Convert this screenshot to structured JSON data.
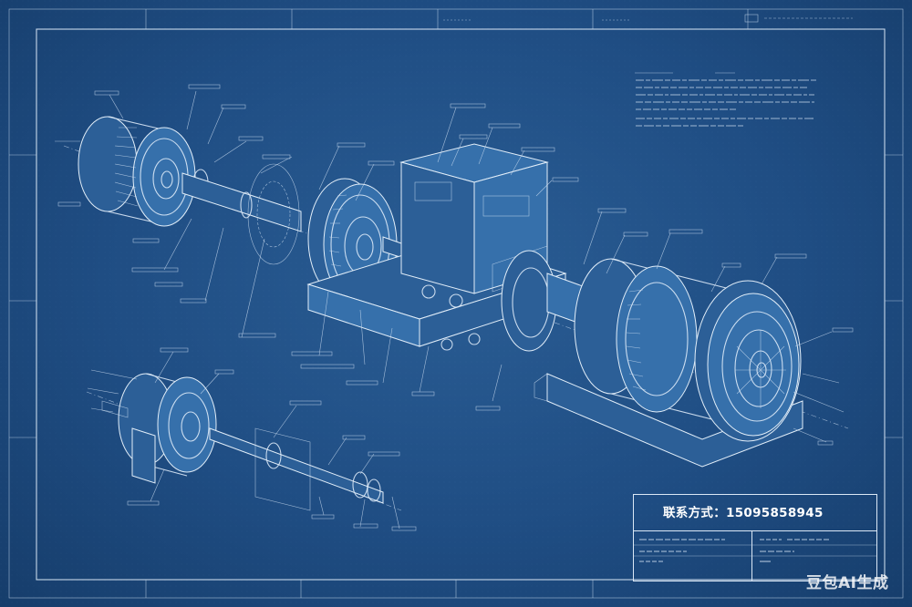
{
  "contact": {
    "label": "联系方式",
    "colon": "：",
    "phone": "15095858945"
  },
  "watermark": "豆包AI生成",
  "colors": {
    "background": "#1f4d83",
    "linework": "#dce9f7",
    "text": "#ffffff"
  },
  "icons": [
    "motor-assembly-icon",
    "gear-coupling-icon",
    "gearbox-icon",
    "end-motor-icon",
    "shaft-icon"
  ]
}
